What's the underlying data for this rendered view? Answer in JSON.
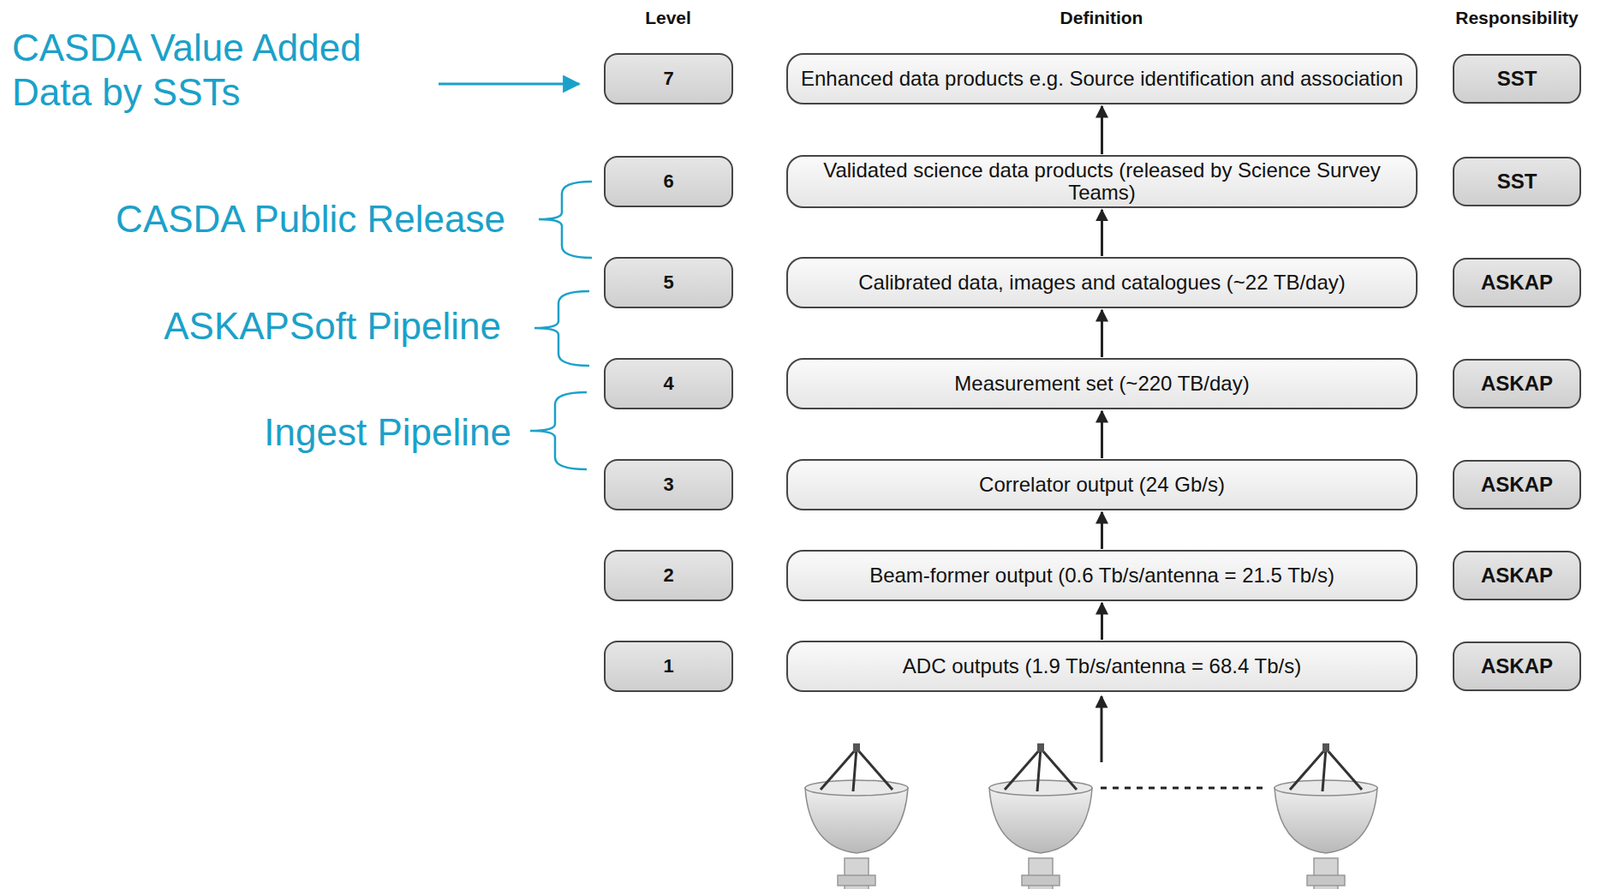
{
  "diagram": {
    "nodes": [
      {
        "text": [
          "7"
        ]
      },
      {
        "text": [
          "Enhanced data products e.g. Source identification and association"
        ]
      },
      {
        "text": [
          "SST"
        ]
      },
      {
        "text": [
          "6"
        ]
      },
      {
        "text": [
          "Validated science data products (released by Science Survey Teams)"
        ]
      },
      {
        "text": [
          "SST"
        ]
      },
      {
        "text": [
          "5"
        ]
      },
      {
        "text": [
          "Calibrated data, images and catalogues (~22 TB/day)"
        ]
      },
      {
        "text": [
          "ASKAP"
        ]
      },
      {
        "text": [
          "4"
        ]
      },
      {
        "text": [
          "Measurement set (~220 TB/day)"
        ]
      },
      {
        "text": [
          "ASKAP"
        ]
      },
      {
        "text": [
          "3"
        ]
      },
      {
        "text": [
          "Correlator output (24 Gb/s)"
        ]
      },
      {
        "text": [
          "ASKAP"
        ]
      },
      {
        "text": [
          "2"
        ]
      },
      {
        "text": [
          "Beam-former output (0.6 Tb/s/antenna = 21.5 Tb/s)"
        ]
      },
      {
        "text": [
          "ASKAP"
        ]
      },
      {
        "text": [
          "1"
        ]
      },
      {
        "text": [
          "ADC outputs (1.9 Tb/s/antenna = 68.4 Tb/s)"
        ]
      },
      {
        "text": [
          "ASKAP"
        ]
      }
    ],
    "edges": [
      {
        "from": 4,
        "to": 1,
        "arrow": "to"
      },
      {
        "from": 7,
        "to": 4,
        "arrow": "to"
      },
      {
        "from": 10,
        "to": 7,
        "arrow": "to"
      },
      {
        "from": 13,
        "to": 10,
        "arrow": "to"
      },
      {
        "from": 16,
        "to": 13,
        "arrow": "to"
      },
      {
        "from": 19,
        "to": 16,
        "arrow": "to"
      }
    ],
    "labels": [
      "Level",
      "Definition",
      "Responsibility",
      "CASDA Value Added Data by SSTs",
      "CASDA Public Release",
      "ASKAPSoft Pipeline",
      "Ingest Pipeline"
    ]
  }
}
